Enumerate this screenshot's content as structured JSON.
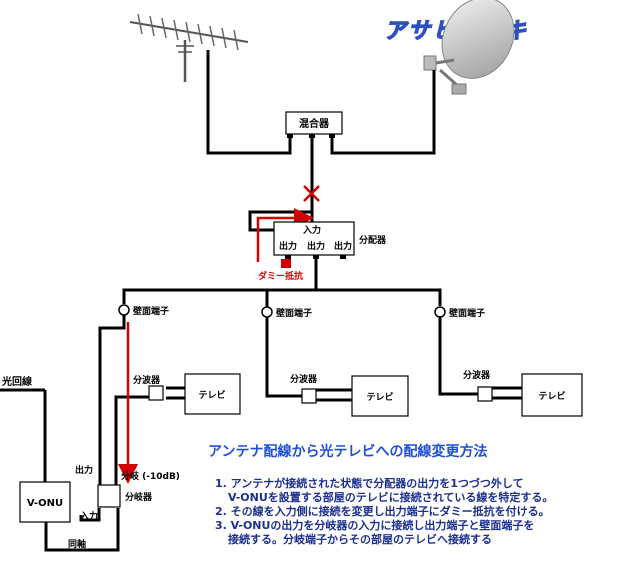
{
  "logo": "アサヒデンキ",
  "labels": {
    "mixer": "混合器",
    "input_top": "入力",
    "out1": "出力",
    "out2": "出力",
    "out3": "出力",
    "splitter": "分配器",
    "dummy": "ダミー抵抗",
    "wall1": "壁面端子",
    "wall2": "壁面端子",
    "wall3": "壁面端子",
    "diplexer1": "分波器",
    "diplexer2": "分波器",
    "diplexer3": "分波器",
    "tv1": "テレビ",
    "tv2": "テレビ",
    "tv3": "テレビ",
    "fiber": "光回線",
    "onu": "V-ONU",
    "onu_out": "出力",
    "branch_in": "入力",
    "branch_label": "分岐器",
    "branch_port": "分岐 (-10dB)",
    "coax": "同軸"
  },
  "instructions": {
    "title": "アンテナ配線から光テレビへの配線変更方法",
    "step1_line1": "1. アンテナが接続された状態で分配器の出力を1つづつ外して",
    "step1_line2": "V-ONUを設置する部屋のテレビに接続されている線を特定する。",
    "step2": "2. その線を入力側に接続を変更し出力端子にダミー抵抗を付ける。",
    "step3_line1": "3. V-ONUの出力を分岐器の入力に接続し出力端子と壁面端子を",
    "step3_line2": "接続する。分岐端子からその部屋のテレビへ接続する"
  },
  "colors": {
    "wire": "#000000",
    "highlight": "#d20000",
    "title": "#1f4fd8",
    "steps": "#1c2f8f"
  },
  "icons": [
    "uhf-antenna-icon",
    "satellite-dish-icon",
    "cut-x-icon",
    "dummy-resistor-icon"
  ]
}
